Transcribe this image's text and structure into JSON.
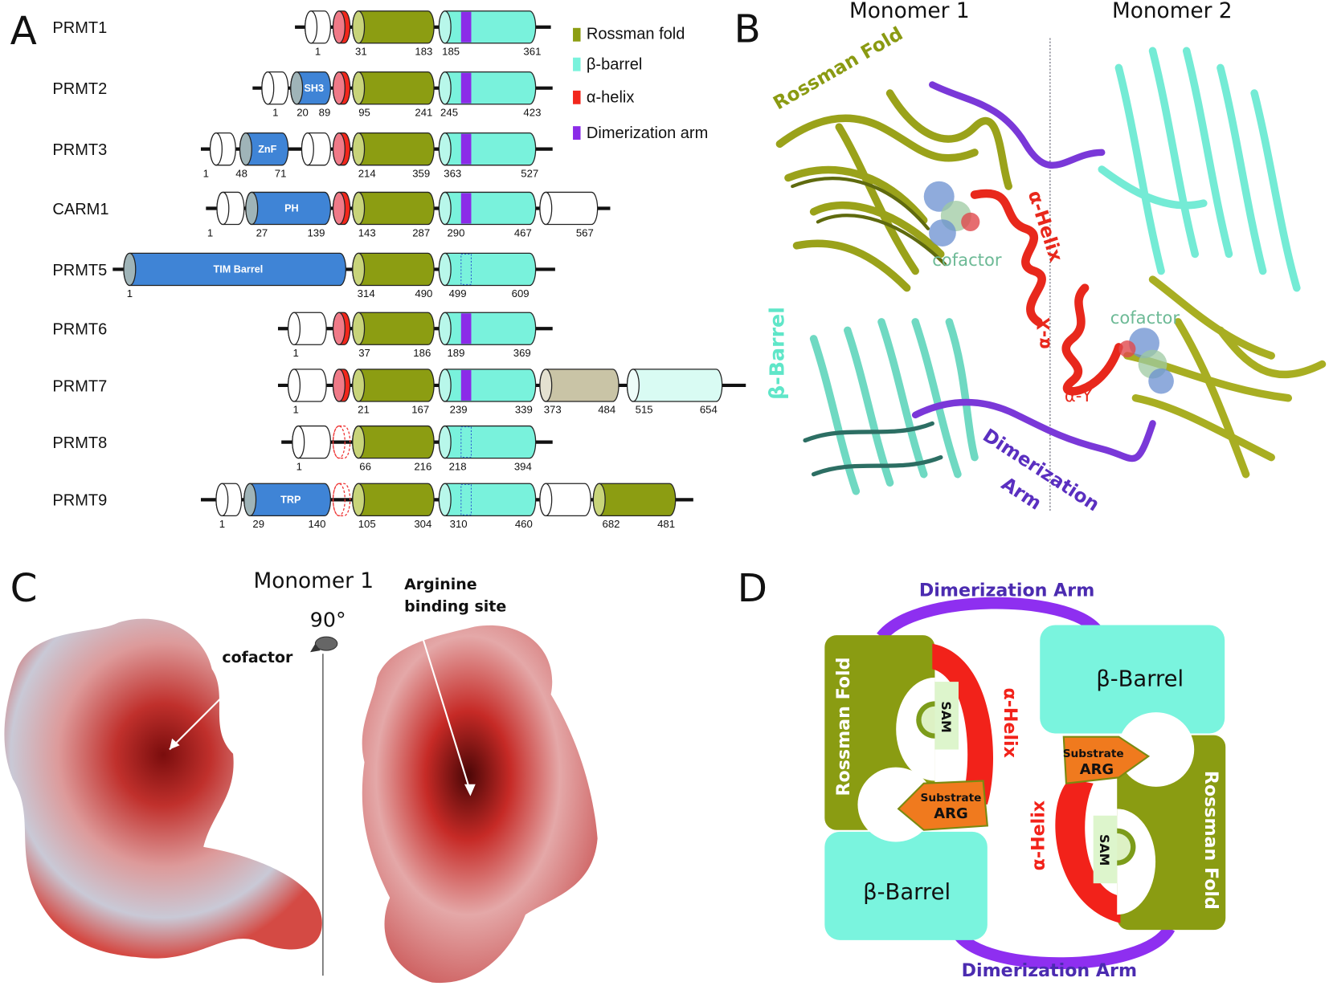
{
  "panel_a": {
    "label": "A",
    "legend": [
      {
        "label": "Rossman fold",
        "color": "#8c9d12"
      },
      {
        "label": "β-barrel",
        "color": "#79f2dc"
      },
      {
        "label": "α-helix",
        "color": "#f2261b"
      },
      {
        "label": "Dimerization arm",
        "color": "#8b2be8"
      }
    ],
    "proteins": [
      {
        "name": "PRMT1",
        "domains": [
          {
            "type": "unknown"
          },
          {
            "type": "helix"
          },
          {
            "type": "rossman"
          },
          {
            "type": "barrel"
          }
        ],
        "numbers": [
          "1",
          "31",
          "183",
          "185",
          "361"
        ]
      },
      {
        "name": "PRMT2",
        "domains": [
          {
            "type": "unknown"
          },
          {
            "type": "blue",
            "label": "SH3"
          },
          {
            "type": "helix"
          },
          {
            "type": "rossman"
          },
          {
            "type": "barrel"
          }
        ],
        "numbers": [
          "1",
          "20",
          "89",
          "95",
          "241",
          "245",
          "423"
        ]
      },
      {
        "name": "PRMT3",
        "domains": [
          {
            "type": "unknown"
          },
          {
            "type": "blue",
            "label": "ZnF"
          },
          {
            "type": "unknown"
          },
          {
            "type": "helix"
          },
          {
            "type": "rossman"
          },
          {
            "type": "barrel"
          }
        ],
        "numbers": [
          "1",
          "48",
          "71",
          "214",
          "359",
          "363",
          "527"
        ]
      },
      {
        "name": "CARM1",
        "domains": [
          {
            "type": "unknown"
          },
          {
            "type": "blue",
            "label": "PH"
          },
          {
            "type": "helix"
          },
          {
            "type": "rossman"
          },
          {
            "type": "barrel"
          },
          {
            "type": "unknown"
          }
        ],
        "numbers": [
          "1",
          "27",
          "139",
          "143",
          "287",
          "290",
          "467",
          "567"
        ]
      },
      {
        "name": "PRMT5",
        "domains": [
          {
            "type": "blue",
            "label": "TIM Barrel"
          },
          {
            "type": "rossman"
          },
          {
            "type": "barrel-noarm"
          }
        ],
        "numbers": [
          "1",
          "314",
          "490",
          "499",
          "609"
        ]
      },
      {
        "name": "PRMT6",
        "domains": [
          {
            "type": "unknown"
          },
          {
            "type": "helix"
          },
          {
            "type": "rossman"
          },
          {
            "type": "barrel"
          }
        ],
        "numbers": [
          "1",
          "37",
          "186",
          "189",
          "369"
        ]
      },
      {
        "name": "PRMT7",
        "domains": [
          {
            "type": "unknown"
          },
          {
            "type": "helix"
          },
          {
            "type": "rossman"
          },
          {
            "type": "barrel"
          },
          {
            "type": "tan"
          },
          {
            "type": "light-barrel"
          }
        ],
        "numbers": [
          "1",
          "21",
          "167",
          "239",
          "339",
          "373",
          "484",
          "515",
          "654"
        ]
      },
      {
        "name": "PRMT8",
        "domains": [
          {
            "type": "unknown"
          },
          {
            "type": "helix-absent"
          },
          {
            "type": "rossman"
          },
          {
            "type": "barrel-noarm"
          }
        ],
        "numbers": [
          "1",
          "66",
          "216",
          "218",
          "394"
        ]
      },
      {
        "name": "PRMT9",
        "domains": [
          {
            "type": "unknown"
          },
          {
            "type": "blue",
            "label": "TRP"
          },
          {
            "type": "helix-absent"
          },
          {
            "type": "rossman"
          },
          {
            "type": "barrel-noarm"
          },
          {
            "type": "unknown"
          },
          {
            "type": "rossman"
          }
        ],
        "numbers": [
          "1",
          "29",
          "140",
          "105",
          "304",
          "310",
          "460",
          "682",
          "481"
        ]
      }
    ]
  },
  "panel_b": {
    "label": "B",
    "monomer1": "Monomer 1",
    "monomer2": "Monomer 2",
    "rossman_fold": "Rossman Fold",
    "alpha_helix": "α-Helix",
    "cofactor1": "cofactor",
    "cofactor2": "cofactor",
    "alpha_x": "α-X",
    "alpha_y": "α-Y",
    "beta_barrel": "β-Barrel",
    "dimerization": "Dimerization",
    "arm": "Arm"
  },
  "panel_c": {
    "label": "C",
    "title": "Monomer 1",
    "rotation": "90°",
    "cofactor": "cofactor",
    "arginine_line1": "Arginine",
    "arginine_line2": "binding site"
  },
  "panel_d": {
    "label": "D",
    "dimerization_top": "Dimerization Arm",
    "dimerization_bottom": "Dimerization Arm",
    "rossman_left": "Rossman Fold",
    "rossman_right": "Rossman Fold",
    "barrel_left": "β-Barrel",
    "barrel_right": "β-Barrel",
    "helix_left": "α-Helix",
    "helix_right": "α-Helix",
    "sam_left": "SAM",
    "sam_right": "SAM",
    "substrate_left": "Substrate",
    "arg_left": "ARG",
    "substrate_right": "Substrate",
    "arg_right": "ARG"
  }
}
